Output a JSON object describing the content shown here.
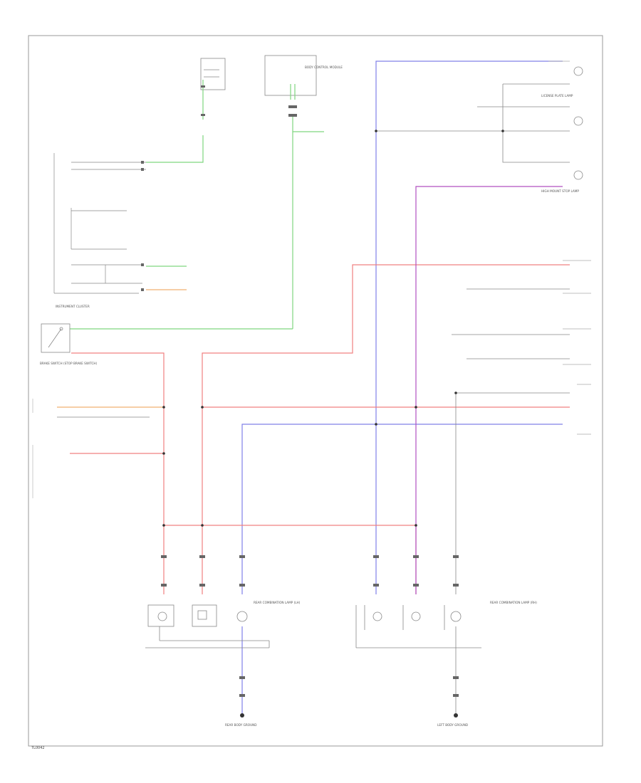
{
  "wire_colors": {
    "green": "#7fd67f",
    "red": "#f08080",
    "blue": "#8080e8",
    "orange": "#f0b070",
    "purple": "#b050c0",
    "black": "#333333"
  },
  "labels": {
    "instrument_cluster": "INSTRUMENT CLUSTER",
    "brake_switch": "BRAKE SWITCH (STOP BRAKE SWITCH)",
    "body_control": "BODY CONTROL MODULE",
    "rear_combo_left": "REAR COMBINATION LAMP (LH)",
    "rear_combo_right": "REAR COMBINATION LAMP (RH)",
    "license_lamp": "LICENSE PLATE LAMP",
    "high_mount": "HIGH MOUNT STOP LAMP",
    "front_wiring_ground": "REAR BODY GROUND",
    "rear_ground": "LEFT BODY GROUND",
    "footer": "TL0042"
  }
}
